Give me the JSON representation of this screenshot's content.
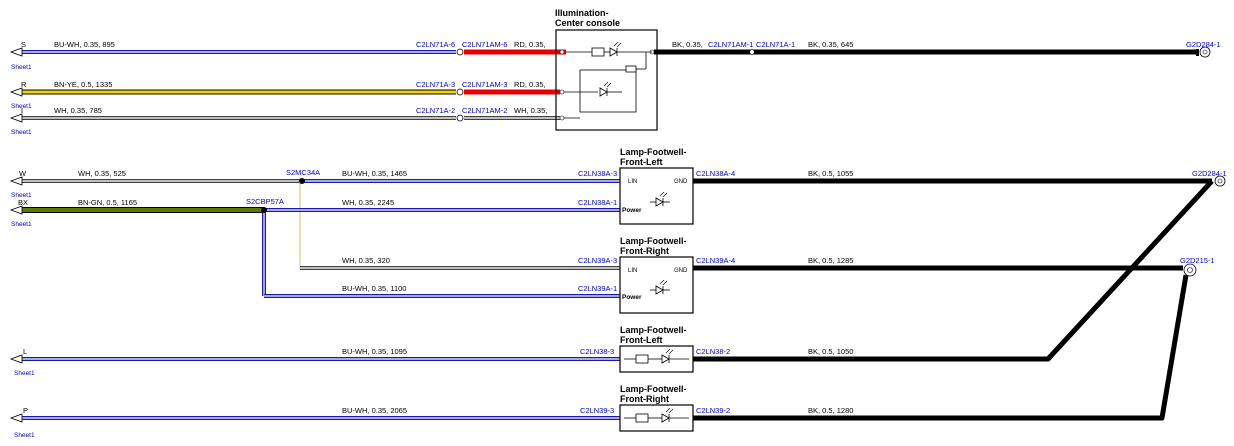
{
  "components": {
    "illumination": {
      "title1": "Illumination-",
      "title2": "Center console"
    },
    "lfl1": {
      "title1": "Lamp-Footwell-",
      "title2": "Front-Left",
      "pin_in": "LIN",
      "pin_gnd": "GND",
      "pin_power": "Power"
    },
    "lfr1": {
      "title1": "Lamp-Footwell-",
      "title2": "Front-Right",
      "pin_in": "LIN",
      "pin_gnd": "GND",
      "pin_power": "Power"
    },
    "lfl2": {
      "title1": "Lamp-Footwell-",
      "title2": "Front-Left"
    },
    "lfr2": {
      "title1": "Lamp-Footwell-",
      "title2": "Front-Right"
    }
  },
  "sheet_refs": {
    "s": {
      "letter": "S",
      "sheet": "Sheet1"
    },
    "r": {
      "letter": "R",
      "sheet": "Sheet1"
    },
    "i3": {
      "letter": "I",
      "sheet": "Sheet1"
    },
    "w": {
      "letter": "W",
      "sheet": "Sheet1"
    },
    "bx": {
      "letter": "BX",
      "sheet": "Sheet1"
    },
    "l": {
      "letter": "L",
      "sheet": "Sheet1"
    },
    "p": {
      "letter": "P",
      "sheet": "Sheet1"
    }
  },
  "wires": {
    "s1": "BU-WH,  0.35,  895",
    "s2": "RD,  0.35,",
    "s3a": "BK,  0.35,",
    "s3b": "BK,  0.35,  645",
    "r1": "BN-YE,  0.5,  1335",
    "r2": "RD,  0.35,",
    "i1": "WH,  0.35,  785",
    "i2": "WH,  0.35,",
    "w1": "WH,  0.35,  525",
    "w2": "BU-WH,  0.35,  1465",
    "bx1": "BN-GN,  0.5,  1165",
    "bx2": "WH,  0.35,  2245",
    "lfl1_out": "BK,  0.5,  1055",
    "lfr1_a": "WH,  0.35,  320",
    "lfr1_b": "BU-WH,  0.35,  1100",
    "lfr1_out": "BK,  0.5,  1285",
    "l1": "BU-WH,  0.35,  1095",
    "l_out": "BK,  0.5,  1050",
    "p1": "BU-WH,  0.35,  2065",
    "p_out": "BK,  0.5,  1280"
  },
  "connectors": {
    "c71a6": "C2LN71A-6",
    "c71am6": "C2LN71AM-6",
    "c71a3": "C2LN71A-3",
    "c71am3": "C2LN71AM-3",
    "c71a2": "C2LN71A-2",
    "c71am2": "C2LN71AM-2",
    "c71am1": "C2LN71AM-1",
    "c71a1": "C2LN71A-1",
    "c38a3": "C2LN38A-3",
    "c38a1": "C2LN38A-1",
    "c38a4": "C2LN38A-4",
    "c39a3": "C2LN39A-3",
    "c39a1": "C2LN39A-1",
    "c39a4": "C2LN39A-4",
    "c38_3": "C2LN38-3",
    "c38_2": "C2LN38-2",
    "c39_3": "C2LN39-3",
    "c39_2": "C2LN39-2"
  },
  "splices": {
    "s2mc34a": "S2MC34A",
    "s2cbp57a": "S2CBP57A"
  },
  "grounds": {
    "g2d284_top": "G2D284-1",
    "g2d284_mid": "G2D284-1",
    "g2d215": "G2D215-1"
  },
  "colors": {
    "bu_wh": "#1a1aaa",
    "rd": "#e60000",
    "bn_ye": "#f5d000",
    "bn_gn": "#5a7a00",
    "bk": "#000000",
    "ref_text": "#0000cc"
  }
}
